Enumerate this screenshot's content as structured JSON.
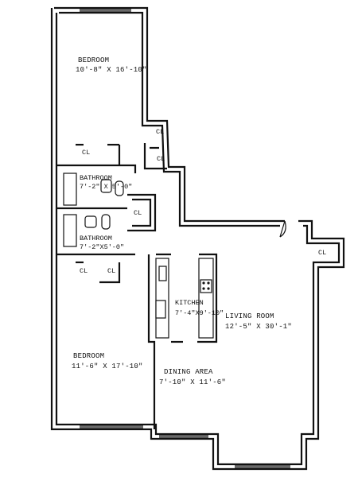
{
  "rooms": {
    "bedroom_top": {
      "name": "BEDROOM",
      "size": "10'-8\" X 16'-10\""
    },
    "bath_1": {
      "name": "BATHROOM",
      "size": "7'-2\" X 5'-0\""
    },
    "bath_2": {
      "name": "BATHROOM",
      "size": "7'-2\"X5'-0\""
    },
    "kitchen": {
      "name": "KITCHEN",
      "size": "7'-4\"X9'-10\""
    },
    "living": {
      "name": "LIVING ROOM",
      "size": "12'-5\" X 30'-1\""
    },
    "bedroom_bottom": {
      "name": "BEDROOM",
      "size": "11'-6\" X 17'-10\""
    },
    "dining": {
      "name": "DINING AREA",
      "size": "7'-10\" X 11'-6\""
    }
  },
  "closets": {
    "label": "CL"
  }
}
